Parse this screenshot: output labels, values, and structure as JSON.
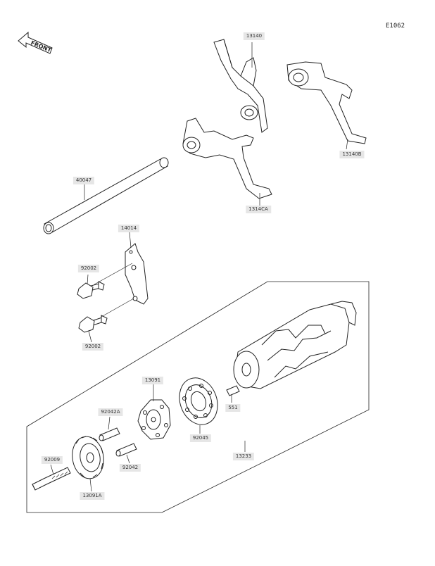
{
  "figure_id": "E1062",
  "front_label": "FRONT",
  "parts": {
    "p13140": "13140",
    "p13140b": "13140B",
    "p1314ca": "1314CA",
    "p40047": "40047",
    "p14014": "14014",
    "p92002_top": "92002",
    "p92002_bottom": "92002",
    "p13091": "13091",
    "p92042a": "92042A",
    "p92045": "92045",
    "p551": "551",
    "p13233": "13233",
    "p92009": "92009",
    "p92042": "92042",
    "p13091a": "13091A"
  }
}
